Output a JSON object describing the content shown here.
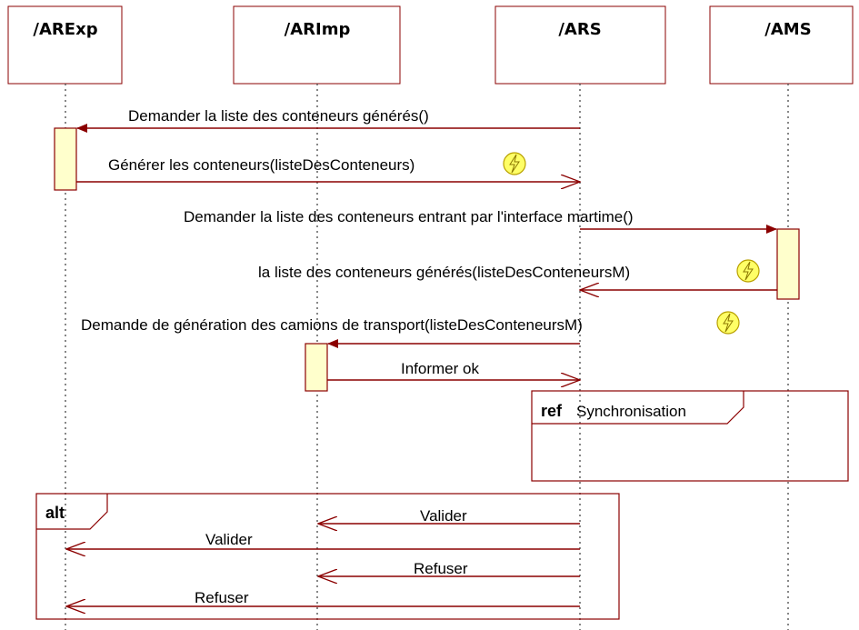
{
  "colors": {
    "line": "#8b0000",
    "activation_fill": "#ffffcc",
    "activation_stroke": "#8b0000",
    "signal_fill": "#ffff66",
    "lifeline_dash": "#555555"
  },
  "lifelines": [
    {
      "id": "arexp",
      "title": "/ARExp"
    },
    {
      "id": "arimp",
      "title": "/ARImp"
    },
    {
      "id": "ars",
      "title": "/ARS"
    },
    {
      "id": "ams",
      "title": "/AMS"
    }
  ],
  "messages": [
    {
      "id": "msg-demander-liste",
      "label": "Demander la liste des conteneurs générés()",
      "from": "ars",
      "to": "arexp",
      "kind": "sync"
    },
    {
      "id": "msg-generer",
      "label": "Générer les conteneurs(listeDesConteneurs)",
      "from": "arexp",
      "to": "ars",
      "kind": "reply",
      "signal_icon": "lightning-icon"
    },
    {
      "id": "msg-demander-entrant",
      "label": "Demander la liste des conteneurs entrant par l'interface martime()",
      "from": "ars",
      "to": "ams",
      "kind": "sync"
    },
    {
      "id": "msg-liste-generes",
      "label": "la liste des conteneurs générés(listeDesConteneursM)",
      "from": "ams",
      "to": "ars",
      "kind": "reply",
      "signal_icon": "lightning-icon"
    },
    {
      "id": "msg-demande-camions",
      "label": "Demande de génération des camions de transport(listeDesConteneursM)",
      "from": "ars",
      "to": "arimp",
      "kind": "sync",
      "signal_icon": "lightning-icon"
    },
    {
      "id": "msg-informer-ok",
      "label": "Informer ok",
      "from": "arimp",
      "to": "ars",
      "kind": "reply"
    },
    {
      "id": "msg-valider-arimp",
      "label": "Valider",
      "from": "ars",
      "to": "arimp",
      "kind": "reply"
    },
    {
      "id": "msg-valider-arexp",
      "label": "Valider",
      "from": "ars",
      "to": "arexp",
      "kind": "reply"
    },
    {
      "id": "msg-refuser-arimp",
      "label": "Refuser",
      "from": "ars",
      "to": "arimp",
      "kind": "reply"
    },
    {
      "id": "msg-refuser-arexp",
      "label": "Refuser",
      "from": "ars",
      "to": "arexp",
      "kind": "reply"
    }
  ],
  "frames": {
    "ref": {
      "keyword": "ref",
      "name": "Synchronisation"
    },
    "alt": {
      "keyword": "alt"
    }
  }
}
